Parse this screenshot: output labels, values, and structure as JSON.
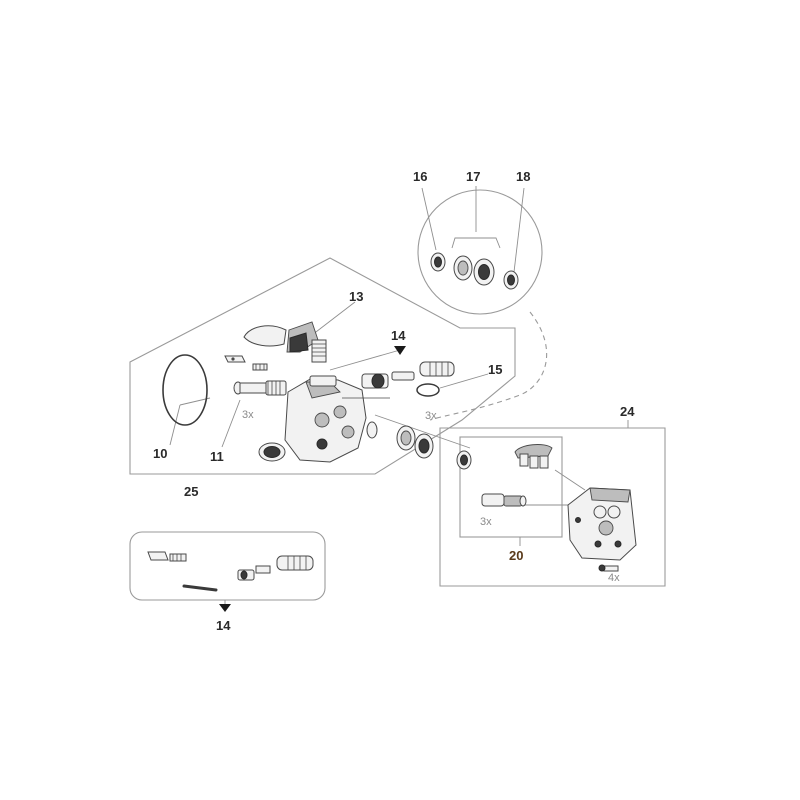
{
  "callouts": {
    "c10": "10",
    "c11": "11",
    "c13": "13",
    "c14_top": "14",
    "c14_bottom": "14",
    "c15": "15",
    "c16": "16",
    "c17": "17",
    "c18": "18",
    "c20": "20",
    "c24": "24",
    "c25": "25"
  },
  "quantities": {
    "q_springs": "3x",
    "q_seals": "3x",
    "q_valves": "3x",
    "q_screws": "4x"
  },
  "colors": {
    "callout_20": "#5a3a1a",
    "line": "#9a9a9a",
    "part_outline": "#4a4a4a"
  }
}
